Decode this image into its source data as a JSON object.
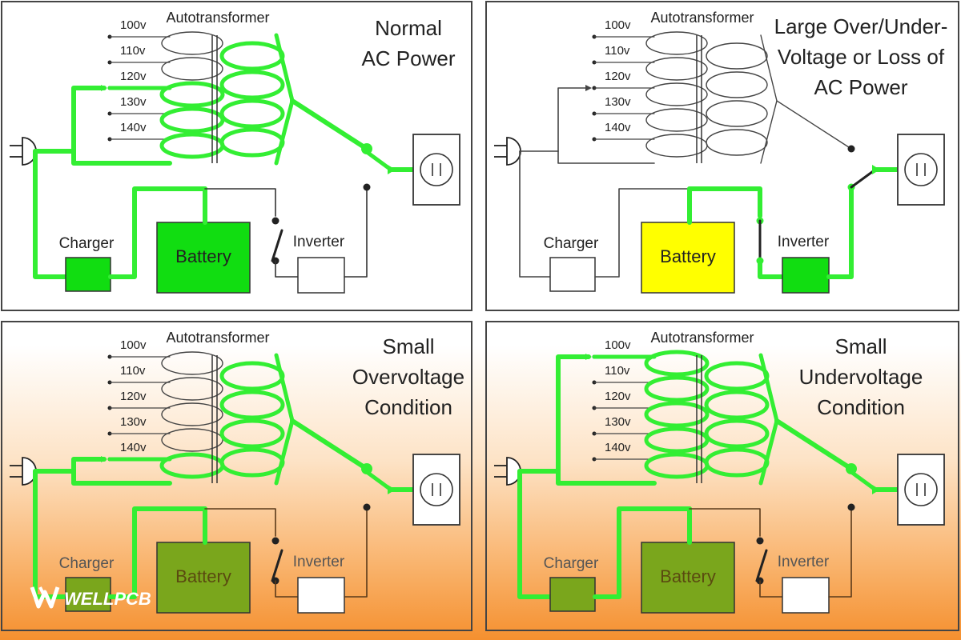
{
  "colors": {
    "green": "#33ee33",
    "green_dark": "#19b219",
    "battery_green": "#11dd11",
    "battery_yellow": "#ffff00",
    "wire": "#333333",
    "olive": "#7aa61c",
    "olive_dark": "#5f8a12",
    "bottom_wire": "#5a3a1a",
    "border": "#444444"
  },
  "labels": {
    "autotransformer": "Autotransformer",
    "charger": "Charger",
    "battery": "Battery",
    "inverter": "Inverter",
    "taps": [
      "100v",
      "110v",
      "120v",
      "130v",
      "140v"
    ]
  },
  "panels": [
    {
      "id": "normal",
      "title_lines": [
        "Normal",
        "AC Power"
      ],
      "mode": "normal"
    },
    {
      "id": "loss",
      "title_lines": [
        "Large Over/Under-",
        "Voltage or Loss of",
        "AC Power"
      ],
      "mode": "loss"
    },
    {
      "id": "overvoltage",
      "title_lines": [
        "Small",
        "Overvoltage",
        "Condition"
      ],
      "mode": "over"
    },
    {
      "id": "undervoltage",
      "title_lines": [
        "Small",
        "Undervoltage",
        "Condition"
      ],
      "mode": "under"
    }
  ],
  "watermark": {
    "brand": "WELLPCB"
  }
}
